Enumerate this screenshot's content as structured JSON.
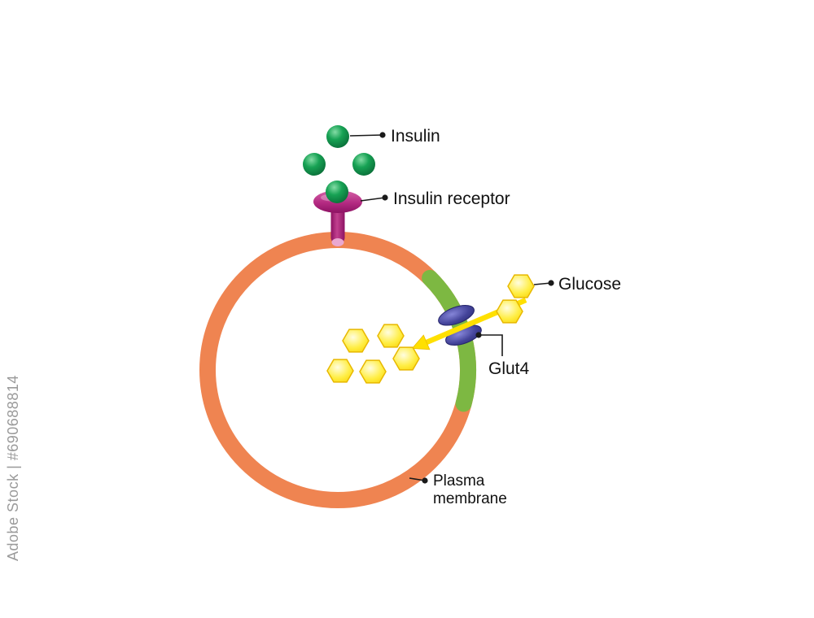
{
  "diagram": {
    "labels": {
      "insulin": "Insulin",
      "insulin_receptor": "Insulin receptor",
      "glucose": "Glucose",
      "glut4": "Glut4",
      "plasma_membrane_line1": "Plasma",
      "plasma_membrane_line2": "membrane"
    },
    "watermark": "Adobe Stock | #690688814",
    "colors": {
      "membrane_orange": "#EF8451",
      "membrane_segment_green": "#7DB842",
      "insulin_green": "#149A49",
      "receptor_magenta": "#B02580",
      "receptor_stem_tip_pink": "#EAA8D0",
      "glut4_blue": "#39398A",
      "glucose_yellow": "#FFE838",
      "glucose_stroke": "#E8B800",
      "arrow_yellow": "#FFE000",
      "connector_black": "#1A1A1A"
    },
    "molecule_counts": {
      "insulin_molecules": 4,
      "glucose_outside_cell": 2,
      "glucose_inside_cell": 5
    }
  }
}
